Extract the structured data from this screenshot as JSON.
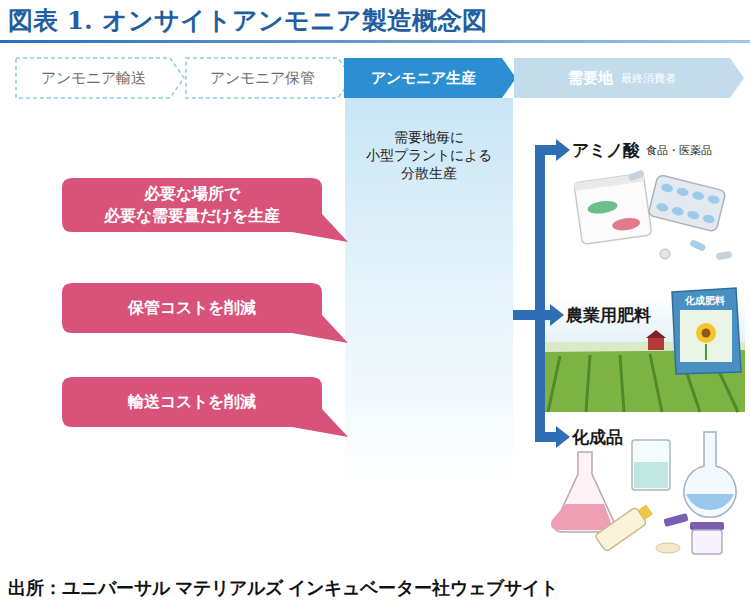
{
  "diagram": {
    "title": "図表 1. オンサイトアンモニア製造概念図",
    "caption": "出所：ユニバーサル マテリアルズ インキュベーター社ウェブサイト",
    "nodes": [
      {
        "text": [
          "アンモニア輸送"
        ]
      },
      {
        "text": [
          "アンモニア保管"
        ]
      },
      {
        "text": [
          "アンモニア生産"
        ]
      },
      {
        "text": [
          "需要地",
          "最終消費者"
        ]
      },
      {
        "text": [
          "需要地毎に 小型プラントによる 分散生産"
        ]
      },
      {
        "text": [
          "必要な場所で 必要な需要量だけを生産"
        ]
      },
      {
        "text": [
          "保管コストを削減"
        ]
      },
      {
        "text": [
          "輸送コストを削減"
        ]
      },
      {
        "text": [
          "アミノ酸",
          "食品・医薬品"
        ]
      },
      {
        "text": [
          "農業用肥料"
        ]
      },
      {
        "text": [
          "化成品"
        ]
      }
    ],
    "edges": [
      {
        "from": 4,
        "to": 8,
        "arrow": "to"
      },
      {
        "from": 4,
        "to": 9,
        "arrow": "to"
      },
      {
        "from": 4,
        "to": 10,
        "arrow": "to"
      }
    ],
    "labels": [
      "化成肥料"
    ]
  }
}
